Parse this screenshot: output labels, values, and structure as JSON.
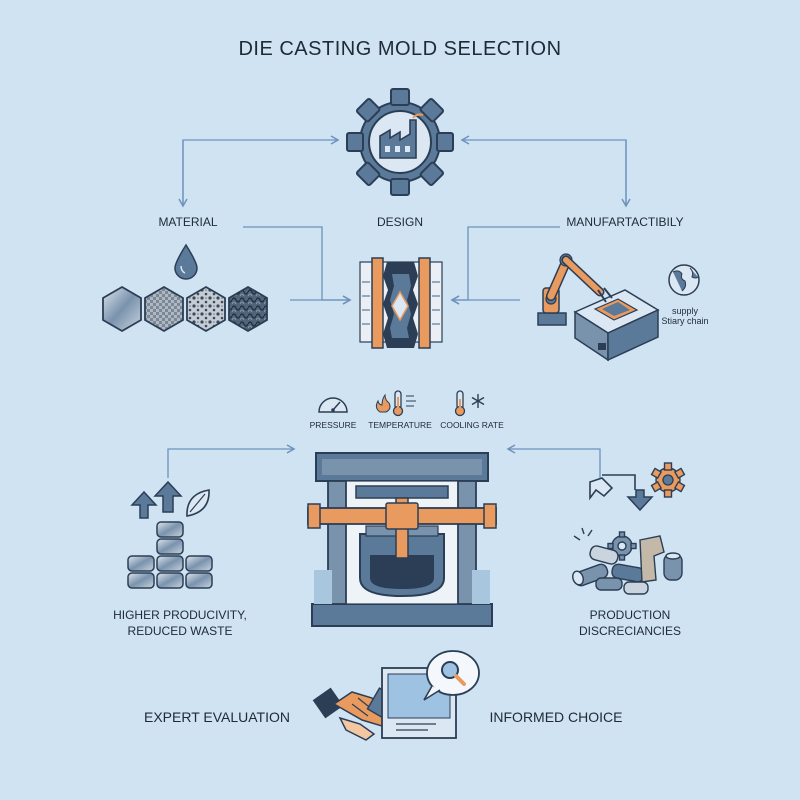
{
  "title": "DIE CASTING MOLD SELECTION",
  "factors": {
    "material": "MATERIAL",
    "design": "DESIGN",
    "manufacturability": "MANUFARTACTIBILY",
    "supply_chain_line1": "supply",
    "supply_chain_line2": "Stiary chain"
  },
  "parameters": {
    "pressure": "PRESSURE",
    "temperature": "TEMPERATURE",
    "cooling_rate": "COOLING RATE"
  },
  "outcomes": {
    "left_line1": "HIGHER PRODUCIVITY,",
    "left_line2": "REDUCED WASTE",
    "right_line1": "PRODUCTION",
    "right_line2": "DISCRECIANCIES"
  },
  "bottom": {
    "expert": "EXPERT EVALUATION",
    "choice": "INFORMED CHOICE"
  },
  "colors": {
    "background": "#cfe3f2",
    "steel_blue": "#5b7a9a",
    "dark_navy": "#2c3e55",
    "accent_orange": "#e89a5f",
    "arrow_blue": "#6d93bb"
  },
  "icons": [
    "gear-factory-icon",
    "water-drop-icon",
    "material-hex-icon",
    "mold-design-icon",
    "robot-arm-icon",
    "globe-icon",
    "pressure-gauge-icon",
    "thermometer-icon",
    "flame-icon",
    "snowflake-icon",
    "die-casting-machine-icon",
    "arrow-up-icon",
    "leaf-icon",
    "ingot-stack-icon",
    "recycle-arrow-icon",
    "scrap-parts-icon",
    "handshake-icon",
    "document-icon",
    "magnifier-icon"
  ]
}
